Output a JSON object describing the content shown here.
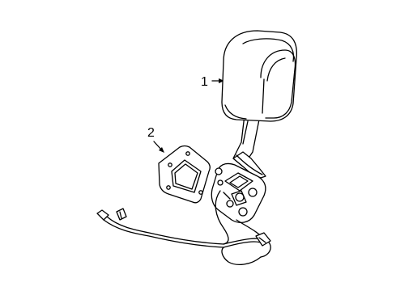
{
  "callouts": {
    "part1": "1",
    "part2": "2"
  },
  "parts": [
    {
      "label": "1",
      "component": "outside-mirror-assembly"
    },
    {
      "label": "2",
      "component": "mirror-base-gasket"
    }
  ],
  "colors": {
    "background": "#ffffff",
    "line": "#000000"
  }
}
